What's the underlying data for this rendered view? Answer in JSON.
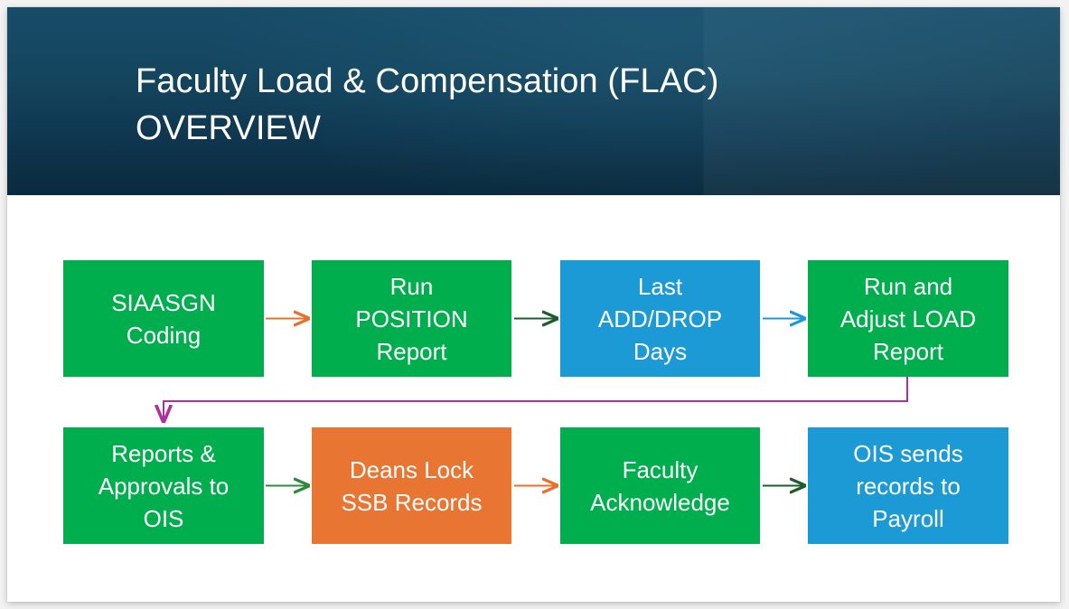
{
  "slide": {
    "title": "Faculty Load & Compensation (FLAC)\nOVERVIEW",
    "background_color": "#f2f2f2",
    "card_color": "#ffffff",
    "header_gradient_top": "#174c68",
    "header_gradient_bottom": "#0b2a3c",
    "title_color": "#ffffff"
  },
  "palette": {
    "green": "#00ae4d",
    "blue": "#1b9ad6",
    "orange": "#e87531",
    "arrow_orange": "#e8702a",
    "arrow_dark_green": "#1d5c2c",
    "arrow_green": "#2e8b3d",
    "arrow_blue": "#1b9ad6",
    "arrow_magenta": "#b02fa0"
  },
  "flow": {
    "row1": [
      {
        "id": "siaasgn-coding",
        "label": "SIAASGN\nCoding",
        "color": "#00ae4d"
      },
      {
        "id": "run-position-report",
        "label": "Run\nPOSITION\nReport",
        "color": "#00ae4d"
      },
      {
        "id": "last-add-drop-days",
        "label": "Last\nADD/DROP\nDays",
        "color": "#1b9ad6"
      },
      {
        "id": "run-adjust-load",
        "label": "Run and\nAdjust LOAD\nReport",
        "color": "#00ae4d"
      }
    ],
    "row2": [
      {
        "id": "reports-approvals-ois",
        "label": "Reports &\nApprovals to\nOIS",
        "color": "#00ae4d"
      },
      {
        "id": "deans-lock-ssb",
        "label": "Deans Lock\nSSB Records",
        "color": "#e87531"
      },
      {
        "id": "faculty-acknowledge",
        "label": "Faculty\nAcknowledge",
        "color": "#00ae4d"
      },
      {
        "id": "ois-sends-payroll",
        "label": "OIS sends\nrecords to\nPayroll",
        "color": "#1b9ad6"
      }
    ],
    "arrows": [
      {
        "id": "arrow-1-2",
        "from": "siaasgn-coding",
        "to": "run-position-report",
        "color": "#e8702a",
        "direction": "right"
      },
      {
        "id": "arrow-2-3",
        "from": "run-position-report",
        "to": "last-add-drop-days",
        "color": "#1d5c2c",
        "direction": "right"
      },
      {
        "id": "arrow-3-4",
        "from": "last-add-drop-days",
        "to": "run-adjust-load",
        "color": "#1b9ad6",
        "direction": "right"
      },
      {
        "id": "arrow-4-5",
        "from": "run-adjust-load",
        "to": "reports-approvals-ois",
        "color": "#b02fa0",
        "direction": "wrap-down-left"
      },
      {
        "id": "arrow-5-6",
        "from": "reports-approvals-ois",
        "to": "deans-lock-ssb",
        "color": "#2e8b3d",
        "direction": "right"
      },
      {
        "id": "arrow-6-7",
        "from": "deans-lock-ssb",
        "to": "faculty-acknowledge",
        "color": "#e8702a",
        "direction": "right"
      },
      {
        "id": "arrow-7-8",
        "from": "faculty-acknowledge",
        "to": "ois-sends-payroll",
        "color": "#1d5c2c",
        "direction": "right"
      }
    ]
  }
}
